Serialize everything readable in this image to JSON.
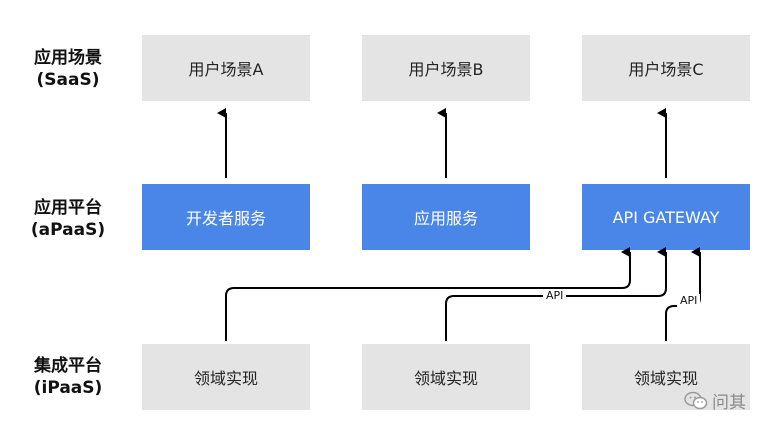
{
  "layers": {
    "app": {
      "line1": "应用场景",
      "line2": "(SaaS)"
    },
    "platform": {
      "line1": "应用平台",
      "line2": "(aPaaS)"
    },
    "integration": {
      "line1": "集成平台",
      "line2": "(iPaaS)"
    }
  },
  "app_row": [
    "用户场景A",
    "用户场景B",
    "用户场景C"
  ],
  "platform_row": [
    "开发者服务",
    "应用服务",
    "API GATEWAY"
  ],
  "domain_row": [
    "领域实现",
    "领域实现",
    "领域实现"
  ],
  "edge_labels": {
    "api_1": "API",
    "api_2": "API"
  },
  "watermark": {
    "text": "问其",
    "icon": "wechat-icon"
  },
  "colors": {
    "gray_box": "#e4e4e4",
    "blue_box": "#4a86e8",
    "line": "#000000"
  }
}
